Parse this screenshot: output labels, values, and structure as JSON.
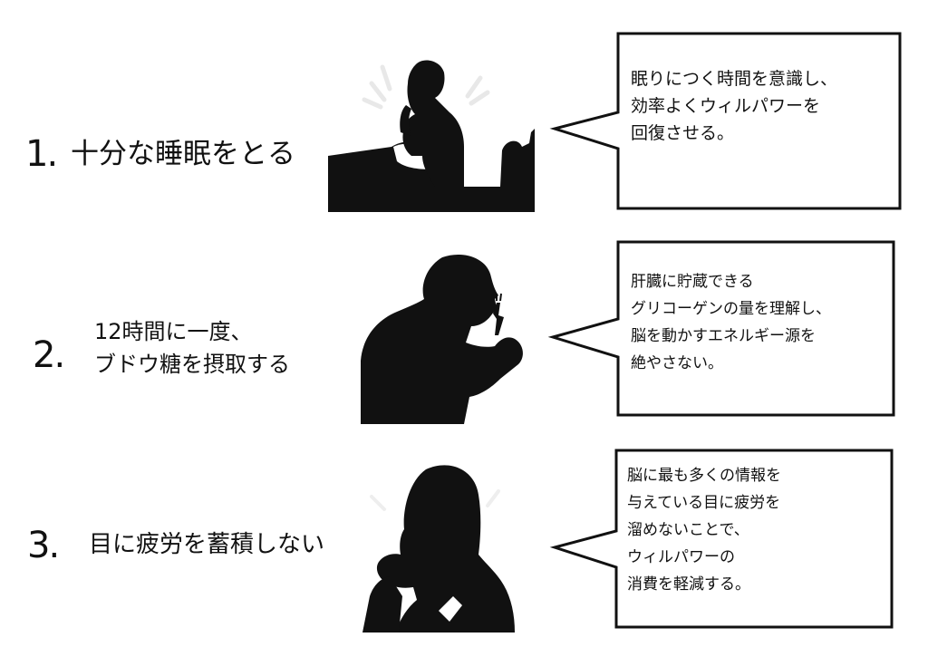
{
  "rows": [
    {
      "number": "1.",
      "label_lines": [
        "十分な睡眠をとる"
      ],
      "bubble_lines": [
        "眠りにつく時間を意識し、",
        "効率よくウィルパワーを",
        "回復させる。"
      ]
    },
    {
      "number": "2.",
      "label_lines": [
        "12時間に一度、",
        "ブドウ糖を摂取する"
      ],
      "bubble_lines": [
        "肝臓に貯蔵できる",
        "グリコーゲンの量を理解し、",
        "脳を動かすエネルギー源を",
        "絶やさない。"
      ]
    },
    {
      "number": "3.",
      "label_lines": [
        "目に疲労を蓄積しない"
      ],
      "bubble_lines": [
        "脳に最も多くの情報を",
        "与えている目に疲労を",
        "溜めないことで、",
        "ウィルパワーの",
        "消費を軽減する。"
      ]
    }
  ],
  "icons": {
    "figure1": "person-rubbing-eye-in-bed-silhouette-icon",
    "figure2": "man-eating-with-fork-silhouette-icon",
    "figure3": "woman-rubbing-eyes-silhouette-icon"
  },
  "colors": {
    "ink": "#111111",
    "background": "#ffffff"
  }
}
